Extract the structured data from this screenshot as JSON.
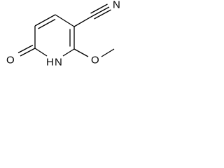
{
  "molecule": {
    "atoms": {
      "nitrile_nitrogen": "N",
      "carbonyl_oxygen": "O",
      "ring_nitrogen": "N",
      "ring_hydrogen": "H",
      "methoxy_oxygen": "O"
    }
  }
}
